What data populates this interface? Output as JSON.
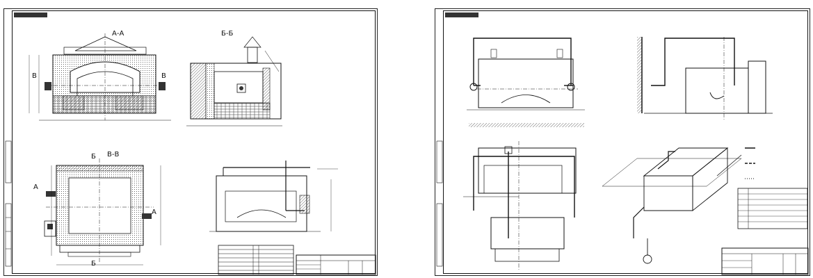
{
  "sheet1": {
    "section_labels": {
      "aa": "А-А",
      "bb": "Б-Б",
      "vv": "В-В",
      "b_left": "В",
      "b_right": "В",
      "a_left": "А",
      "a_right": "А",
      "bb_top": "Б",
      "bb_bottom": "Б"
    }
  },
  "colors": {
    "line": "#111111",
    "hatch": "#555555",
    "paper": "#ffffff"
  }
}
